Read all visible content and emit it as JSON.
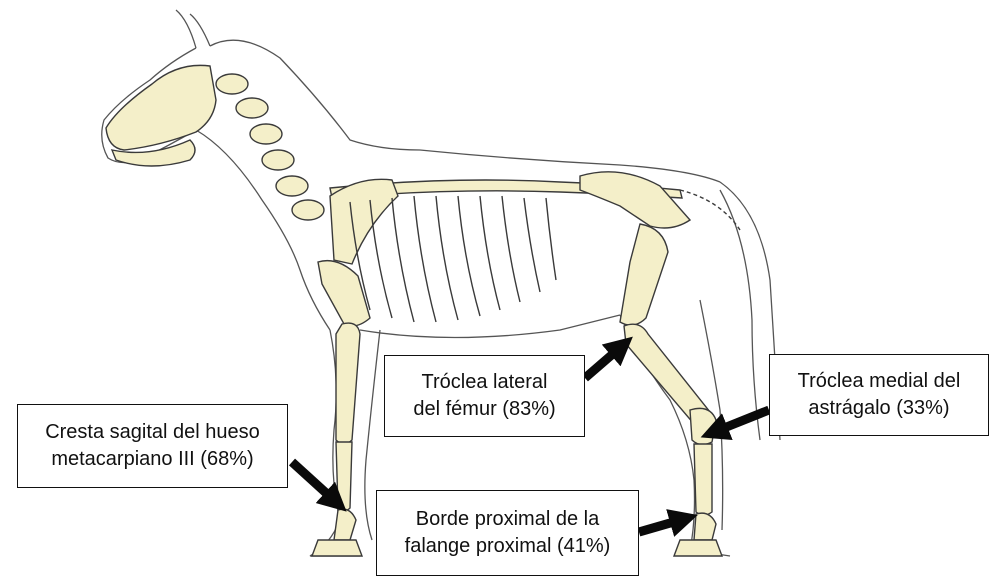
{
  "labels": {
    "troclea_lateral": {
      "line1": "Tróclea lateral",
      "line2": "del fémur (83%)"
    },
    "troclea_medial": {
      "line1": "Tróclea medial del",
      "line2": "astrágalo (33%)"
    },
    "cresta_sagital": {
      "line1": "Cresta sagital del hueso",
      "line2": "metacarpiano III (68%)"
    },
    "borde_proximal": {
      "line1": "Borde proximal de la",
      "line2": "falange proximal (41%)"
    }
  },
  "colors": {
    "bone_fill": "#f4efc9",
    "outline": "#3a3a3a",
    "arrow": "#0a0a0a",
    "box_border": "#111111"
  },
  "icons": [
    "horse-skeleton-illustration",
    "arrow-icon"
  ]
}
